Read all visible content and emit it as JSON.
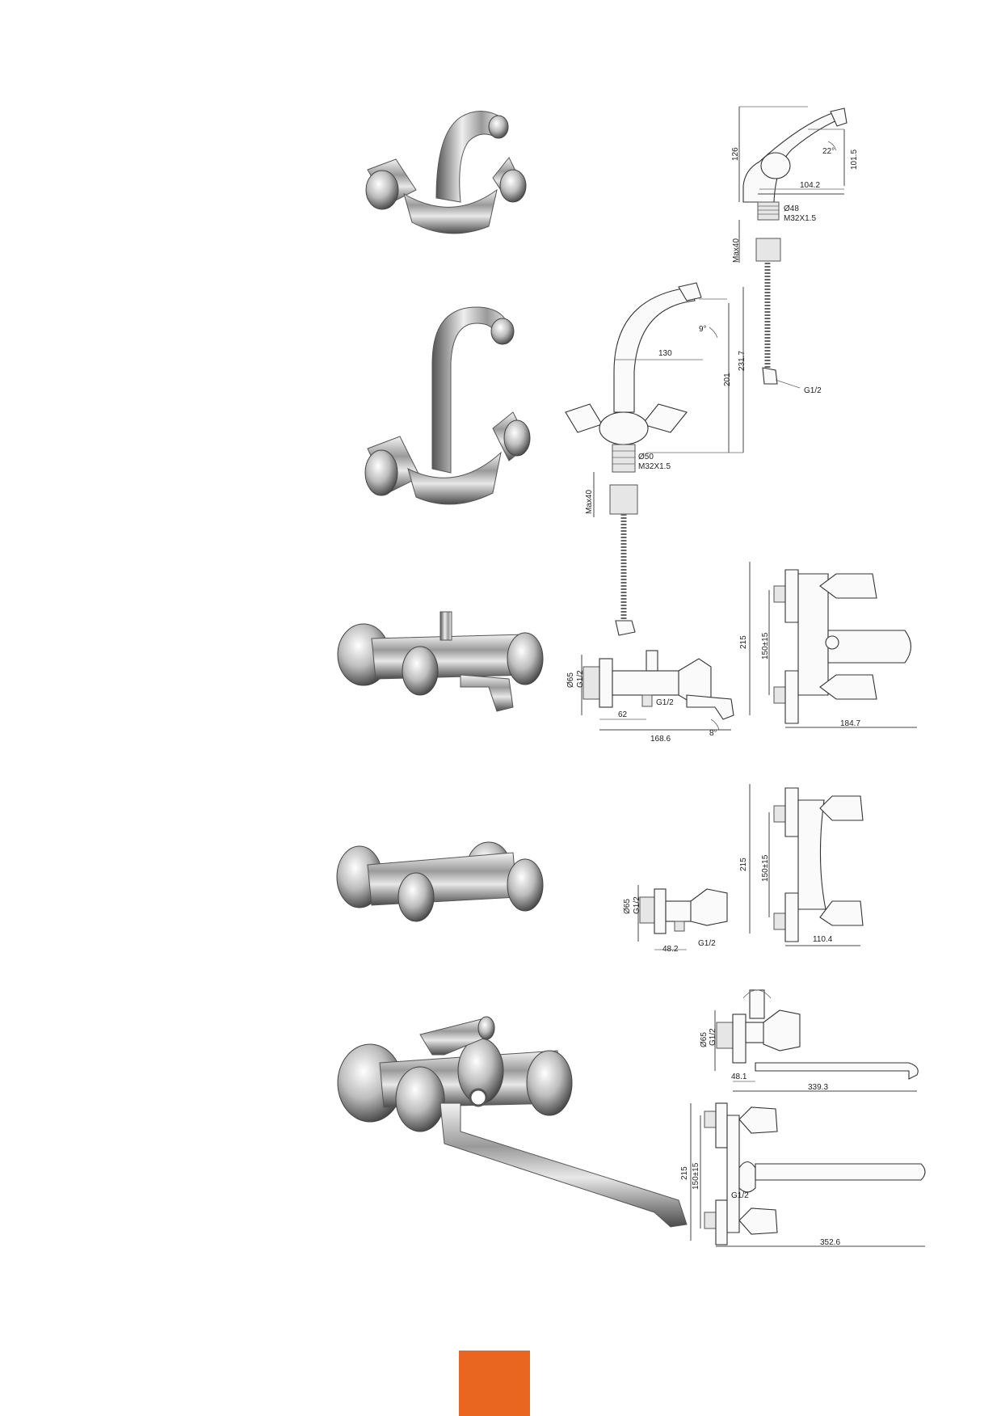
{
  "colors": {
    "accent": "#e8661f",
    "chrome_dark": "#4a4a4a",
    "chrome_light": "#eeeeee"
  },
  "products": [
    {
      "name": "basin-mixer-short-spout",
      "dims": {
        "angle": "22°",
        "height_total": "126",
        "spout_height": "101.5",
        "spout_reach": "104.2",
        "base_dia": "Ø48",
        "thread": "M32X1.5",
        "max_mount": "Max40",
        "hose_thread": "G1/2"
      }
    },
    {
      "name": "basin-mixer-high-spout",
      "dims": {
        "angle": "9°",
        "reach": "130",
        "height": "201",
        "height_total": "231.7",
        "base_dia": "Ø50",
        "thread": "M32X1.5",
        "max_mount": "Max40"
      }
    },
    {
      "name": "bath-mixer-short-spout",
      "dims": {
        "flange_dia": "Ø65",
        "thread": "G1/2",
        "outlet_thread": "G1/2",
        "depth": "62",
        "length": "168.6",
        "angle": "8°",
        "height": "215",
        "centers": "150±15",
        "width": "184.7"
      }
    },
    {
      "name": "wall-sink-mixer",
      "dims": {
        "flange_dia": "Ø65",
        "thread": "G1/2",
        "depth": "48.2",
        "outlet_thread": "G1/2",
        "height": "215",
        "centers": "150±15",
        "width": "110.4"
      }
    },
    {
      "name": "bath-mixer-long-spout",
      "dims": {
        "flange_dia": "Ø65",
        "thread": "G1/2",
        "depth": "48.1",
        "spout_length": "339.3",
        "height": "215",
        "centers": "150±15",
        "outlet_thread": "G1/2",
        "total_length": "352.6"
      }
    }
  ]
}
